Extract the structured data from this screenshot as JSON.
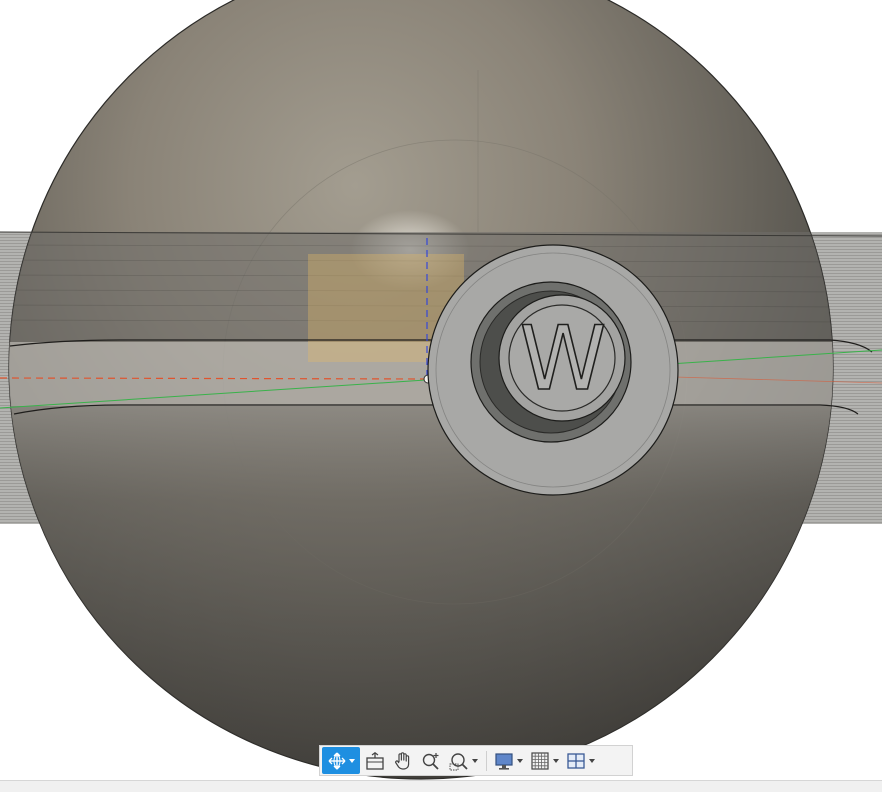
{
  "viewport": {
    "emblem_letter": "W",
    "colors": {
      "background": "#ffffff",
      "body_light": "#8f887c",
      "body_dark": "#3e3c38",
      "band": "#6f6d69",
      "profile_highlight": "#e6b964",
      "axis_x": "#e0542e",
      "axis_y": "#39b24a",
      "axis_z": "#3547d8"
    }
  },
  "toolbar": {
    "accent": "#1e8fe1",
    "buttons": [
      {
        "name": "orbit-button",
        "icon": "orbit-icon",
        "dropdown": true,
        "active": true
      },
      {
        "name": "look-at-button",
        "icon": "look-at-icon",
        "dropdown": false,
        "active": false
      },
      {
        "name": "pan-button",
        "icon": "pan-hand-icon",
        "dropdown": false,
        "active": false
      },
      {
        "name": "zoom-button",
        "icon": "zoom-plus-icon",
        "dropdown": false,
        "active": false
      },
      {
        "name": "fit-window-button",
        "icon": "zoom-window-icon",
        "dropdown": true,
        "active": false
      },
      {
        "name": "display-settings-button",
        "icon": "display-monitor-icon",
        "dropdown": true,
        "active": false
      },
      {
        "name": "grid-snaps-button",
        "icon": "grid-icon",
        "dropdown": true,
        "active": false
      },
      {
        "name": "viewports-button",
        "icon": "viewports-icon",
        "dropdown": true,
        "active": false
      }
    ]
  }
}
